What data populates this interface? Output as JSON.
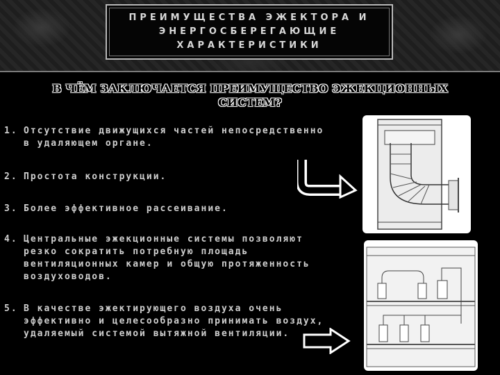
{
  "header": {
    "title": "ПРЕИМУЩЕСТВА ЭЖЕКТОРА И ЭНЕРГОСБЕРЕГАЮЩИЕ ХАРАКТЕРИСТИКИ"
  },
  "subtitle": "В ЧЁМ ЗАКЛЮЧАЕТСЯ ПРЕИМУЩЕСТВО ЭЖЕКЦИОННЫХ СИСТЕМ?",
  "items": [
    {
      "num": "1.",
      "text": "Отсутствие движущихся частей непосредственно в удаляющем органе."
    },
    {
      "num": "2.",
      "text": "Простота конструкции."
    },
    {
      "num": "3.",
      "text": "Более эффективное рассеивание."
    },
    {
      "num": "4.",
      "text": "Центральные эжекционные системы позволяют резко сократить потребную площадь вентиляционных камер и общую протяженность воздуховодов."
    },
    {
      "num": "5.",
      "text": "В качестве эжектирующего воздуха очень эффективно и целесообразно принимать воздух, удаляемый системой вытяжной вентиляции."
    }
  ],
  "colors": {
    "background": "#000000",
    "text": "#cfcfcf",
    "frame": "#b8b8b8"
  },
  "icons": [
    "bent-arrow-icon",
    "right-arrow-icon"
  ]
}
